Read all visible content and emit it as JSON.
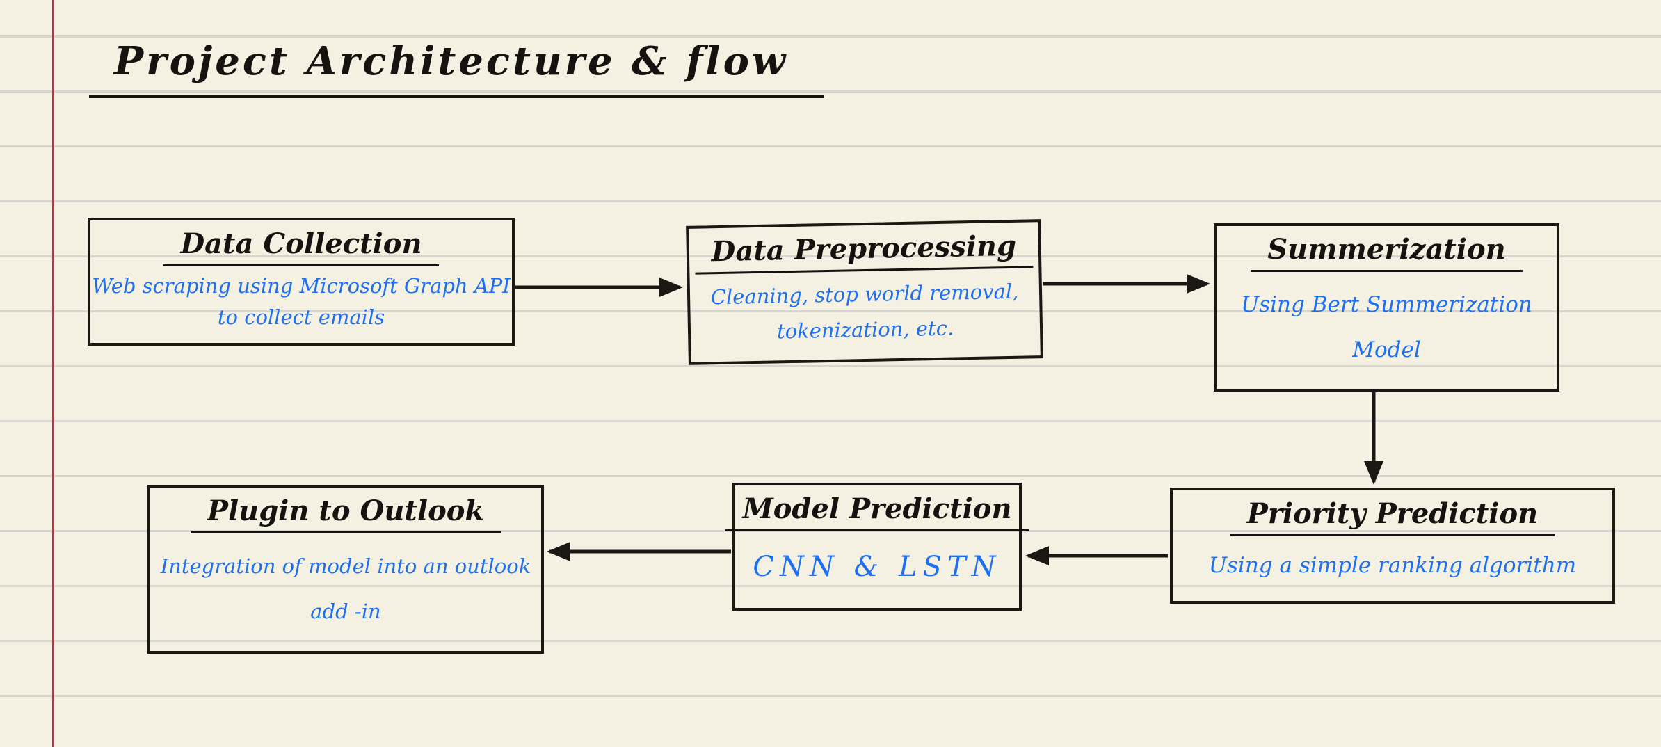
{
  "page": {
    "title": "Project Architecture & flow",
    "paper_color": "#f4f1e2",
    "ruled_line_color": "#d6d5d0",
    "margin_line_color": "#ce2946",
    "ink_black": "#16120f",
    "ink_blue": "#1e6ff2"
  },
  "nodes": [
    {
      "id": "data-collection",
      "title": "Data Collection",
      "body": [
        "Web scraping using Microsoft Graph API",
        "to collect emails"
      ]
    },
    {
      "id": "data-preprocessing",
      "title": "Data Preprocessing",
      "body": [
        "Cleaning, stop world removal,",
        "tokenization, etc."
      ]
    },
    {
      "id": "summarization",
      "title": "Summerization",
      "body": [
        "Using Bert Summerization",
        "Model"
      ]
    },
    {
      "id": "priority-prediction",
      "title": "Priority Prediction",
      "body": [
        "Using a simple ranking algorithm"
      ]
    },
    {
      "id": "model-prediction",
      "title": "Model Prediction",
      "body": [
        "CNN & LSTN"
      ]
    },
    {
      "id": "plugin-outlook",
      "title": "Plugin to Outlook",
      "body": [
        "Integration of model into an outlook",
        "add -in"
      ]
    }
  ],
  "edges": [
    {
      "from": "data-collection",
      "to": "data-preprocessing"
    },
    {
      "from": "data-preprocessing",
      "to": "summarization"
    },
    {
      "from": "summarization",
      "to": "priority-prediction"
    },
    {
      "from": "priority-prediction",
      "to": "model-prediction"
    },
    {
      "from": "model-prediction",
      "to": "plugin-outlook"
    }
  ]
}
